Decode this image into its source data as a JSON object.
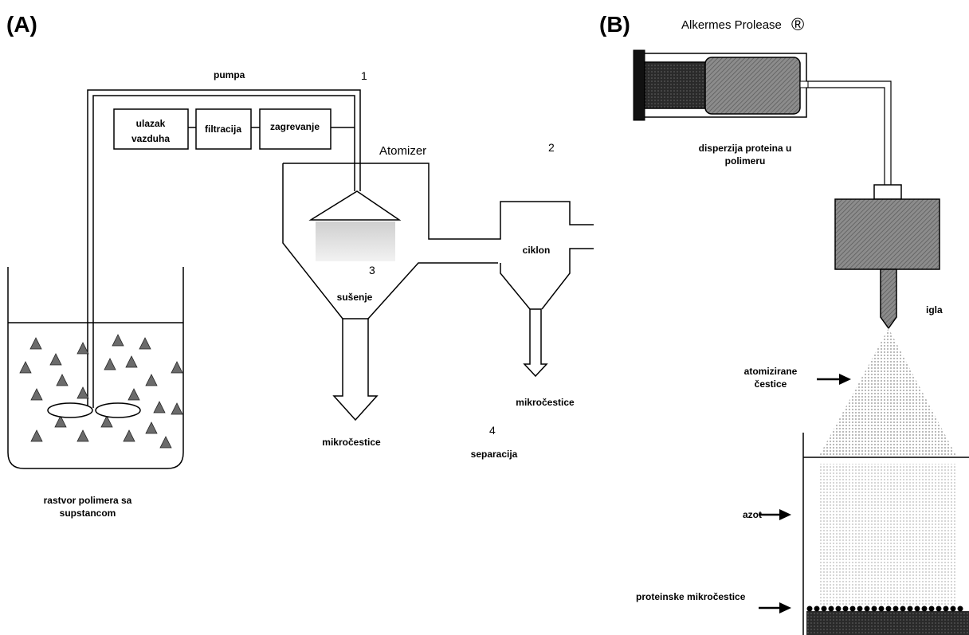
{
  "panel_a": {
    "label": "(A)",
    "pumpa": "pumpa",
    "boxes": [
      "ulazak\nvazduha",
      "filtracija",
      "zagrevanje"
    ],
    "atomizer": "Atomizer",
    "steps": [
      "1",
      "2",
      "3",
      "4"
    ],
    "susenje": "sušenje",
    "ciklon": "ciklon",
    "mikrocestice": "mikročestice",
    "separacija": "separacija",
    "rastvor": "rastvor polimera sa\nsupstancom"
  },
  "panel_b": {
    "label": "(B)",
    "title": "Alkermes Prolease",
    "registered": "®",
    "disperzija": "disperzija proteina u\npolimeru",
    "igla": "igla",
    "atomizirane": "atomizirane\nčestice",
    "azot": "azot",
    "proteinske": "proteinske mikročestice"
  }
}
